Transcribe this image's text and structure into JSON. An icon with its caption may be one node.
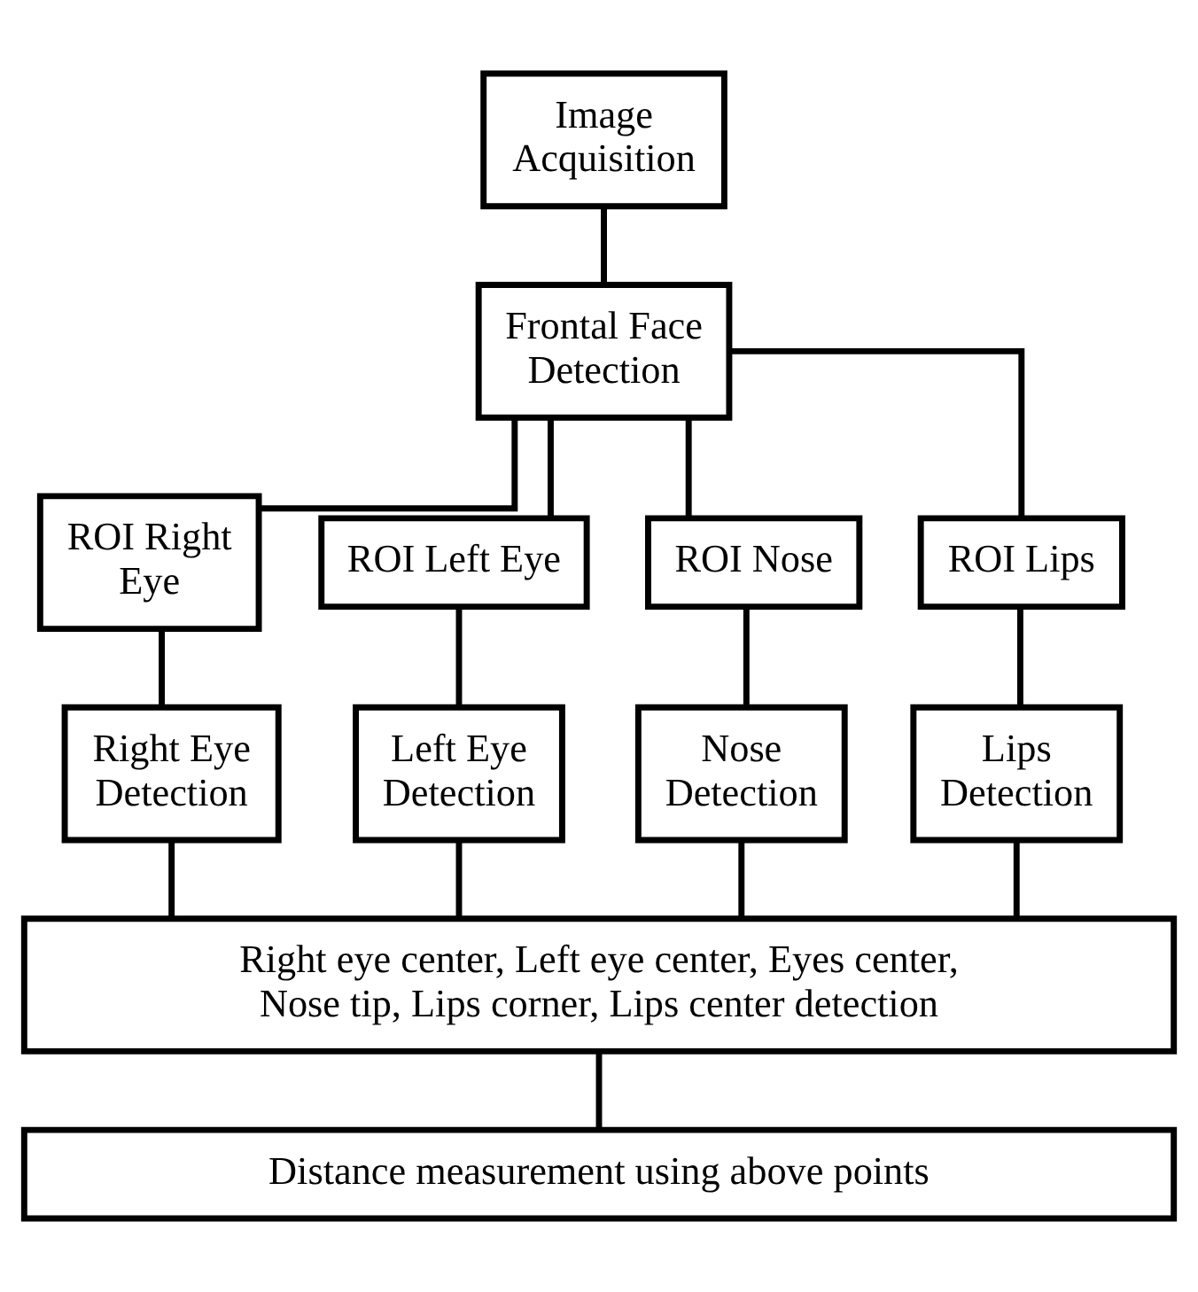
{
  "diagram": {
    "nodes": [
      {
        "text": [
          "Image Acquisition"
        ]
      },
      {
        "text": [
          "Frontal Face Detection"
        ]
      },
      {
        "text": [
          "ROI Right Eye"
        ]
      },
      {
        "text": [
          "ROI Left Eye"
        ]
      },
      {
        "text": [
          "ROI Nose"
        ]
      },
      {
        "text": [
          "ROI Lips"
        ]
      },
      {
        "text": [
          "Right Eye Detection"
        ]
      },
      {
        "text": [
          "Left Eye Detection"
        ]
      },
      {
        "text": [
          "Nose Detection"
        ]
      },
      {
        "text": [
          "Lips Detection"
        ]
      },
      {
        "text": [
          "Right eye center, Left eye center, Eyes center, Nose tip, Lips corner, Lips center detection"
        ]
      },
      {
        "text": [
          "Distance measurement using above points"
        ]
      }
    ],
    "edges": [
      {
        "from": 0,
        "to": 1,
        "arrow": "none"
      },
      {
        "from": 1,
        "to": 2,
        "arrow": "none"
      },
      {
        "from": 1,
        "to": 3,
        "arrow": "none"
      },
      {
        "from": 1,
        "to": 4,
        "arrow": "none"
      },
      {
        "from": 1,
        "to": 5,
        "arrow": "none"
      },
      {
        "from": 2,
        "to": 6,
        "arrow": "none"
      },
      {
        "from": 3,
        "to": 7,
        "arrow": "none"
      },
      {
        "from": 4,
        "to": 8,
        "arrow": "none"
      },
      {
        "from": 5,
        "to": 9,
        "arrow": "none"
      },
      {
        "from": 6,
        "to": 10,
        "arrow": "none"
      },
      {
        "from": 7,
        "to": 10,
        "arrow": "none"
      },
      {
        "from": 8,
        "to": 10,
        "arrow": "none"
      },
      {
        "from": 9,
        "to": 10,
        "arrow": "none"
      },
      {
        "from": 10,
        "to": 11,
        "arrow": "none"
      }
    ]
  }
}
